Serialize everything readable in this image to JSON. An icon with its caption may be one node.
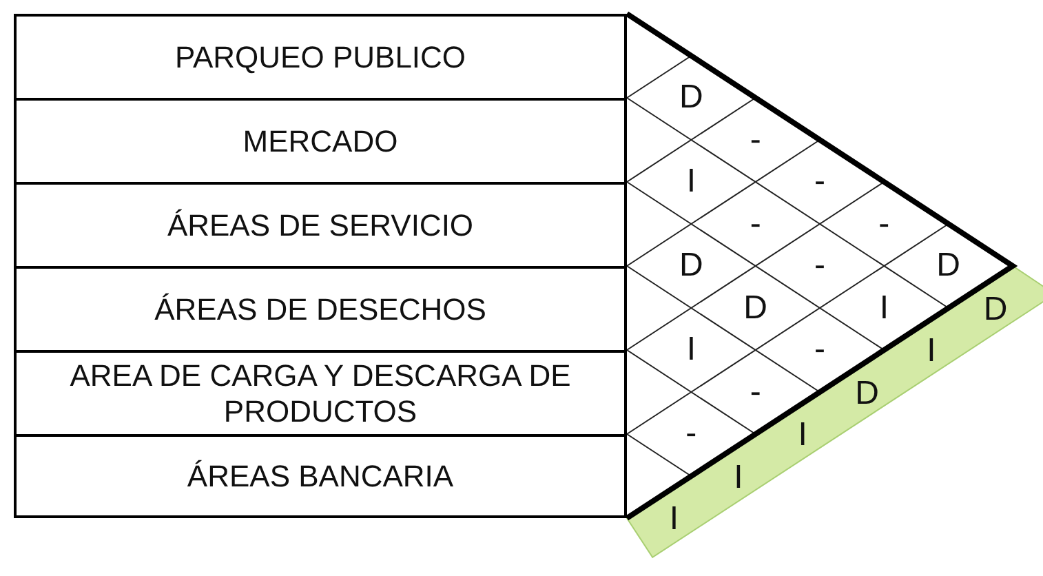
{
  "diagram": {
    "nodes": [
      {
        "text": [
          "PARQUEO PUBLICO"
        ]
      },
      {
        "text": [
          "MERCADO"
        ]
      },
      {
        "text": [
          "ÁREAS DE SERVICIO"
        ]
      },
      {
        "text": [
          "ÁREAS DE DESECHOS"
        ]
      },
      {
        "text": [
          "AREA DE CARGA Y DESCARGA DE PRODUCTOS"
        ]
      },
      {
        "text": [
          "ÁREAS BANCARIA"
        ]
      }
    ],
    "labels": [
      "D",
      "-",
      "I",
      "-",
      "-",
      "-",
      "D",
      "-",
      "D",
      "D",
      "I",
      "I",
      "-",
      "-",
      "-",
      "D",
      "I",
      "D",
      "I",
      "I",
      "I"
    ]
  }
}
